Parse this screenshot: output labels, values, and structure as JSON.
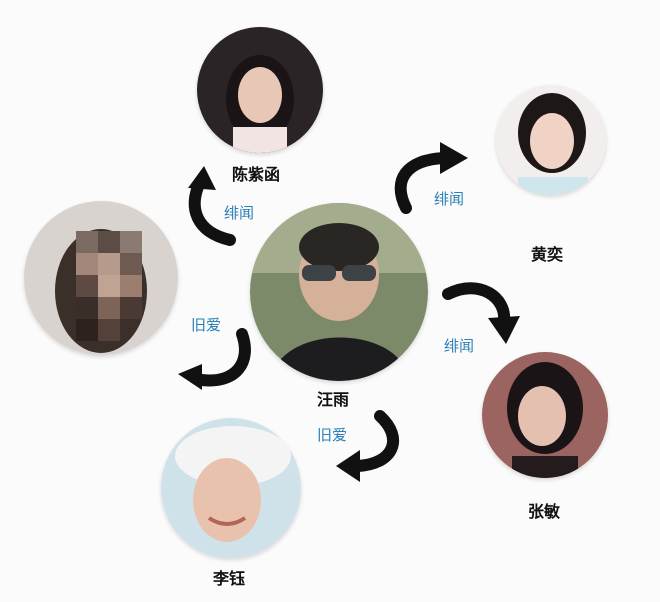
{
  "people": {
    "center": {
      "name": "汪雨"
    },
    "top": {
      "name": "陈紫函"
    },
    "right_top": {
      "name": "黄奕"
    },
    "right_bottom": {
      "name": "张敏"
    },
    "bottom": {
      "name": "李钰"
    },
    "left": {
      "name": ""
    }
  },
  "relations": {
    "top": "绯闻",
    "right_top": "绯闻",
    "right_bottom": "绯闻",
    "bottom": "旧爱",
    "left": "旧爱"
  },
  "colors": {
    "relation_label": "#2a7fb8",
    "arrow": "#111111"
  }
}
